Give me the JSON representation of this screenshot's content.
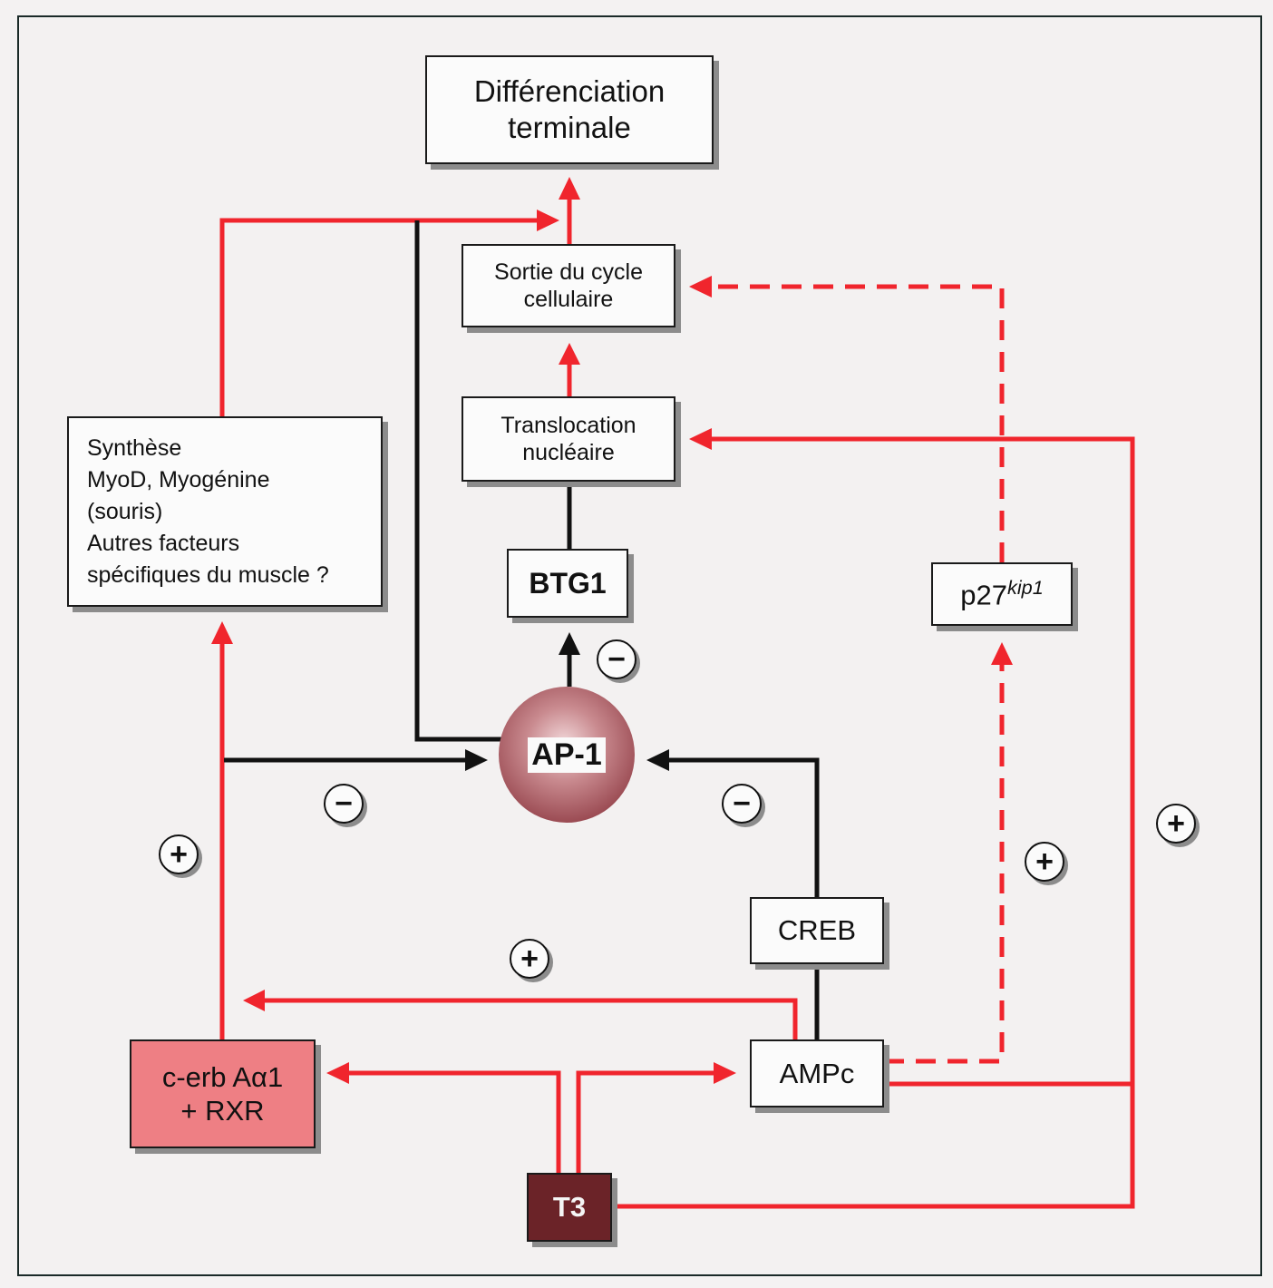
{
  "nodes": {
    "differenciation": "Différenciation\nterminale",
    "sortie": "Sortie du cycle\ncellulaire",
    "translocation": "Translocation\nnucléaire",
    "btg1": "BTG1",
    "synthese": "Synthèse\nMyoD, Myogénine\n(souris)\nAutres facteurs\nspécifiques du muscle ?",
    "p27_base": "p27",
    "p27_sup": "kip1",
    "ap1": "AP-1",
    "creb": "CREB",
    "ampc": "AMPc",
    "cerb": "c-erb Aα1\n+ RXR",
    "t3": "T3"
  },
  "signs": {
    "btg1_inhibit": "−",
    "left_inhibit": "−",
    "right_inhibit": "−",
    "synthese_activate": "+",
    "cerb_activate": "+",
    "p27_activate": "+",
    "translocation_activate": "+"
  },
  "colors": {
    "activation": "#f0252d",
    "inhibition": "#111111",
    "cerb_fill": "#ee7f84",
    "t3_fill": "#6b2328"
  },
  "legend_semantics": {
    "red_line": "activation",
    "black_line": "inhibition / link",
    "dashed_red_line": "indirect activation"
  }
}
